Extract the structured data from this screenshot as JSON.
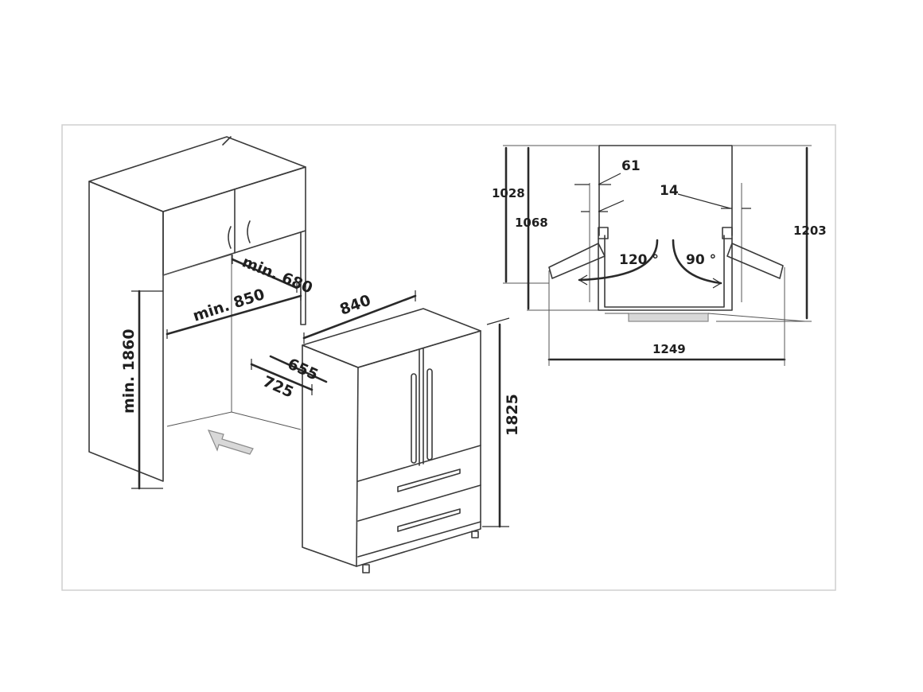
{
  "labels": {
    "cab_depth": "min. 680",
    "cab_width": "min. 850",
    "cab_height": "min. 1860",
    "fridge_width": "840",
    "fridge_depth_body": "655",
    "fridge_depth_total": "725",
    "fridge_height": "1825",
    "gap_61": "61",
    "gap_14": "14",
    "depth_1028": "1028",
    "depth_1068": "1068",
    "depth_1203": "1203",
    "open_width": "1249",
    "angle_left": "120 °",
    "angle_right": "90 °"
  },
  "colors": {
    "line": "#3a3a3a",
    "frame": "#cfcfcf",
    "text": "#1f1f1f"
  }
}
